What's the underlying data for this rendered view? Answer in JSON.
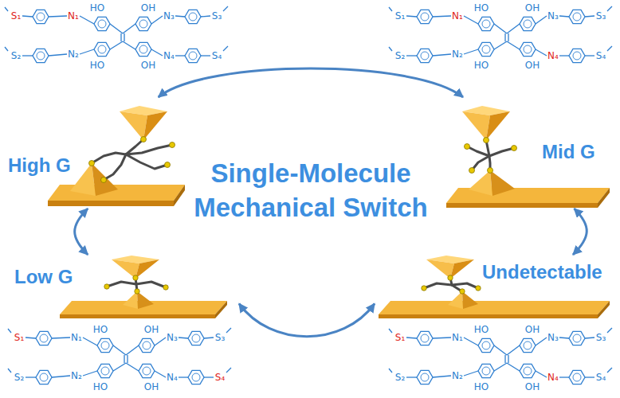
{
  "diagram": {
    "title": "Single-Molecule Mechanical Switch",
    "nodes": [
      {
        "text": [
          "High G"
        ]
      },
      {
        "text": [
          "Mid G"
        ]
      },
      {
        "text": [
          "Low G"
        ]
      },
      {
        "text": [
          "Undetectable"
        ]
      }
    ],
    "edges": [
      {
        "from": 0,
        "to": 1,
        "arrow": "both"
      },
      {
        "from": 0,
        "to": 2,
        "arrow": "both"
      },
      {
        "from": 1,
        "to": 3,
        "arrow": "both"
      },
      {
        "from": 2,
        "to": 3,
        "arrow": "both"
      }
    ],
    "labels": [
      "S₁",
      "N₁",
      "HO",
      "OH",
      "N₃",
      "S₃",
      "S₂",
      "N₂",
      "HO",
      "OH",
      "N₄",
      "S₄",
      "S₁",
      "N₁",
      "HO",
      "OH",
      "N₃",
      "S₃",
      "S₂",
      "N₂",
      "HO",
      "OH",
      "N₄",
      "S₄",
      "S₁",
      "N₁",
      "HO",
      "OH",
      "N₃",
      "S₃",
      "S₂",
      "N₂",
      "HO",
      "OH",
      "N₄",
      "S₄",
      "S₁",
      "N₁",
      "HO",
      "OH",
      "N₃",
      "S₃",
      "S₂",
      "N₂",
      "HO",
      "OH",
      "N₄",
      "S₄"
    ]
  }
}
